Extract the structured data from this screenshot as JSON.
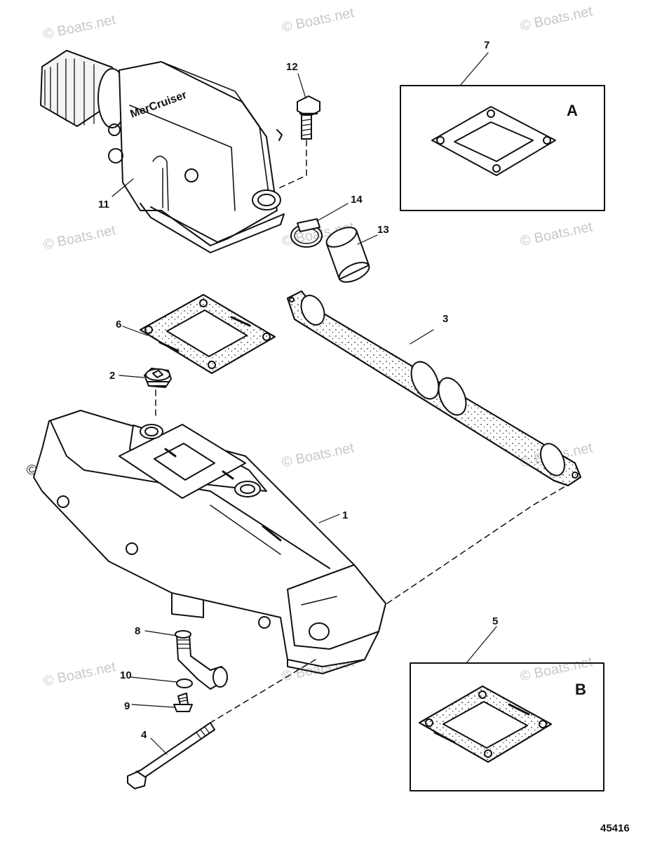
{
  "watermark_text": "© Boats.net",
  "figure_number": "45416",
  "brand_mark": "MerCruiser",
  "inset_labels": {
    "A": "A",
    "B": "B"
  },
  "callouts": {
    "c1": "1",
    "c2": "2",
    "c3": "3",
    "c4": "4",
    "c5": "5",
    "c6": "6",
    "c7": "7",
    "c8": "8",
    "c9": "9",
    "c10": "10",
    "c11": "11",
    "c12": "12",
    "c13": "13",
    "c14": "14"
  }
}
